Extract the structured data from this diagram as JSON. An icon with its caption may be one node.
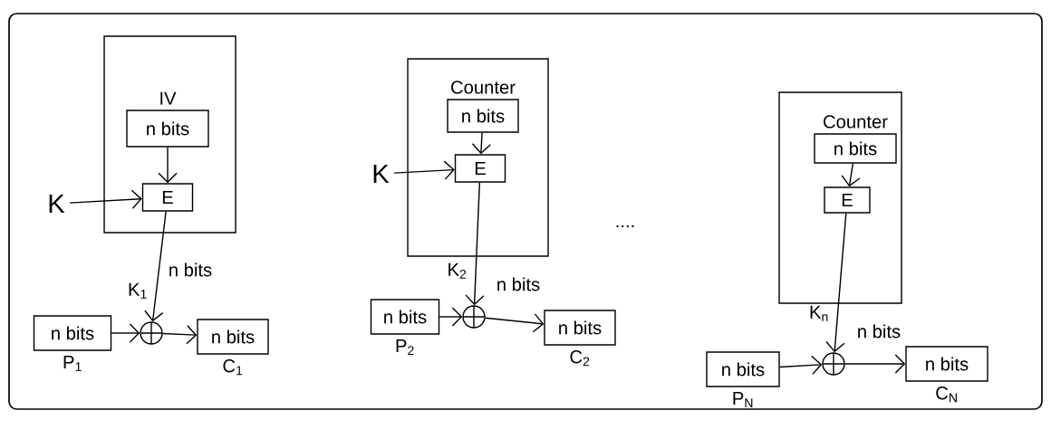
{
  "diagram": {
    "nodes": [
      {
        "text": [],
        "shape": "box"
      },
      {
        "text": [
          "IV",
          "n bits"
        ],
        "in": 0
      },
      {
        "text": [
          "E"
        ],
        "in": 0
      },
      {
        "text": [
          "K"
        ]
      },
      {
        "text": [],
        "shape": "circle"
      },
      {
        "text": [
          "n bits"
        ],
        "beside": [
          "P$_{1}$"
        ]
      },
      {
        "text": [
          "n bits"
        ],
        "beside": [
          "C$_{1}$"
        ]
      },
      {
        "text": [],
        "shape": "box"
      },
      {
        "text": [
          "Counter",
          "n bits"
        ],
        "in": 7
      },
      {
        "text": [
          "E"
        ],
        "in": 7
      },
      {
        "text": [
          "K"
        ]
      },
      {
        "text": [],
        "shape": "circle"
      },
      {
        "text": [
          "n bits"
        ],
        "beside": [
          "P$_{2}$"
        ]
      },
      {
        "text": [
          "n bits"
        ],
        "beside": [
          "C$_{2}$"
        ]
      },
      {
        "text": [],
        "shape": "box"
      },
      {
        "text": [
          "Counter",
          "n bits"
        ],
        "in": 14
      },
      {
        "text": [
          "E"
        ],
        "in": 14
      },
      {
        "text": [],
        "shape": "circle"
      },
      {
        "text": [
          "n bits"
        ],
        "beside": [
          "P$_{N}$"
        ]
      },
      {
        "text": [
          "n bits"
        ],
        "beside": [
          "C$_{N}$"
        ]
      }
    ],
    "edges": [
      {
        "from": 1,
        "to": 2,
        "arrow": "to"
      },
      {
        "from": 3,
        "to": 2,
        "arrow": "to"
      },
      {
        "from": 2,
        "to": 4,
        "arrow": "to",
        "label": "K$_{1}$"
      },
      {
        "from": 5,
        "to": 4,
        "arrow": "to"
      },
      {
        "from": 4,
        "to": 6,
        "arrow": "to"
      },
      {
        "from": 8,
        "to": 9,
        "arrow": "to"
      },
      {
        "from": 10,
        "to": 9,
        "arrow": "to"
      },
      {
        "from": 9,
        "to": 11,
        "arrow": "to",
        "label": "K$_{2}$"
      },
      {
        "from": 12,
        "to": 11,
        "arrow": "to"
      },
      {
        "from": 11,
        "to": 13,
        "arrow": "to"
      },
      {
        "from": 15,
        "to": 16,
        "arrow": "to"
      },
      {
        "from": 16,
        "to": 17,
        "arrow": "to",
        "label": "K$_{n}$"
      },
      {
        "from": 18,
        "to": 17,
        "arrow": "to"
      },
      {
        "from": 17,
        "to": 19,
        "arrow": "to"
      }
    ],
    "labels": [
      "n bits",
      "n bits",
      "....",
      "n bits"
    ]
  }
}
